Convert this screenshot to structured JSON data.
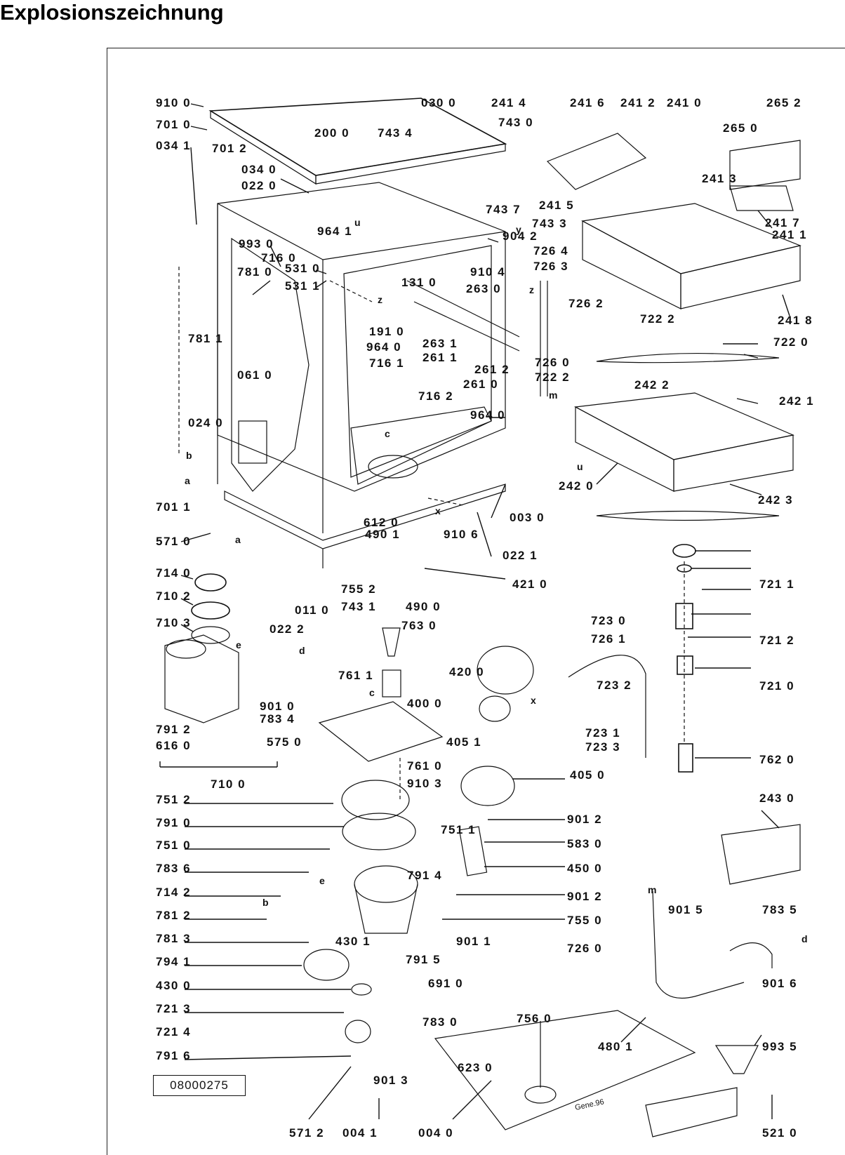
{
  "title": "Explosionszeichnung",
  "document_number": "08000275",
  "stamp": "Gene.96",
  "part_labels": [
    "910 0",
    "701 0",
    "034 1",
    "701 2",
    "030 0",
    "200 0",
    "743 4",
    "743 0",
    "241 4",
    "241 6",
    "241 2",
    "241 0",
    "265 2",
    "265 0",
    "241 5",
    "241 3",
    "743 7",
    "743 3",
    "904 2",
    "034 0",
    "022 0",
    "964 1",
    "241 7",
    "241 1",
    "993 0",
    "716 0",
    "781 0",
    "531 0",
    "531 1",
    "910 4",
    "263 0",
    "726 4",
    "726 3",
    "131 0",
    "726 2",
    "241 8",
    "722 2",
    "722 0",
    "781 1",
    "191 0",
    "964 0",
    "716 1",
    "263 1",
    "261 1",
    "261 2",
    "261 0",
    "726 0",
    "722 2",
    "061 0",
    "716 2",
    "242 2",
    "242 1",
    "024 0",
    "964 0",
    "242 0",
    "242 3",
    "701 1",
    "612 0",
    "490 1",
    "910 6",
    "003 0",
    "571 0",
    "022 1",
    "714 0",
    "421 0",
    "755 2",
    "743 1",
    "011 0",
    "710 2",
    "490 0",
    "022 2",
    "710 3",
    "763 0",
    "721 1",
    "723 0",
    "726 1",
    "721 2",
    "723 2",
    "761 1",
    "420 0",
    "901 0",
    "783 4",
    "721 0",
    "400 0",
    "791 2",
    "616 0",
    "575 0",
    "723 1",
    "723 3",
    "405 1",
    "761 0",
    "910 3",
    "762 0",
    "710 0",
    "405 0",
    "243 0",
    "751 2",
    "751 1",
    "901 2",
    "791 0",
    "583 0",
    "751 0",
    "450 0",
    "783 6",
    "791 4",
    "901 2",
    "714 2",
    "755 0",
    "901 5",
    "783 5",
    "781 2",
    "781 3",
    "430 1",
    "901 1",
    "726 0",
    "794 1",
    "791 5",
    "430 0",
    "691 0",
    "901 6",
    "721 3",
    "756 0",
    "721 4",
    "783 0",
    "480 1",
    "993 5",
    "791 6",
    "623 0",
    "901 3",
    "571 2",
    "004 1",
    "004 0",
    "521 0"
  ],
  "point_letters": [
    "u",
    "y",
    "z",
    "x",
    "c",
    "b",
    "a",
    "e",
    "d",
    "m"
  ]
}
